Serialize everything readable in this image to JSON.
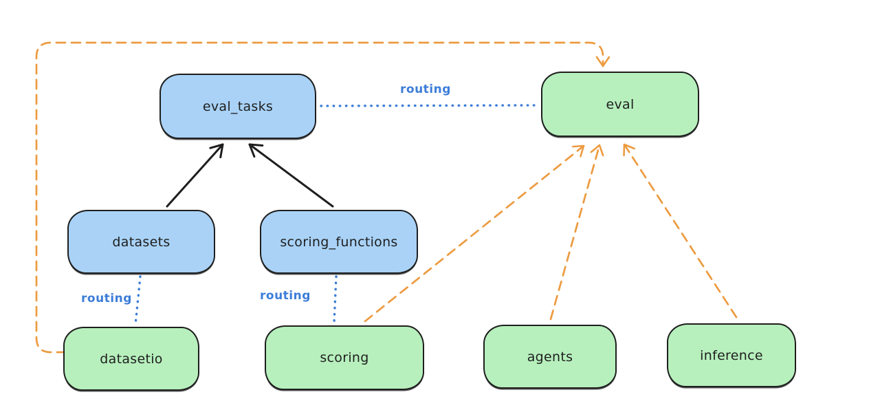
{
  "diagram": {
    "nodes": {
      "eval_tasks": {
        "label": "eval_tasks",
        "fill": "#a9d2f6"
      },
      "eval": {
        "label": "eval",
        "fill": "#b7f0bd"
      },
      "datasets": {
        "label": "datasets",
        "fill": "#a9d2f6"
      },
      "scoring_functions": {
        "label": "scoring_functions",
        "fill": "#a9d2f6"
      },
      "datasetio": {
        "label": "datasetio",
        "fill": "#b7f0bd"
      },
      "scoring": {
        "label": "scoring",
        "fill": "#b7f0bd"
      },
      "agents": {
        "label": "agents",
        "fill": "#b7f0bd"
      },
      "inference": {
        "label": "inference",
        "fill": "#b7f0bd"
      }
    },
    "edge_labels": {
      "routing_top": "routing",
      "routing_datasets": "routing",
      "routing_scoring": "routing"
    },
    "edges": [
      {
        "from": "datasets",
        "to": "eval_tasks",
        "style": "solid",
        "color": "#1e1e1e",
        "arrow": true
      },
      {
        "from": "scoring_functions",
        "to": "eval_tasks",
        "style": "solid",
        "color": "#1e1e1e",
        "arrow": true
      },
      {
        "from": "eval_tasks",
        "to": "eval",
        "style": "dotted",
        "color": "#3d7dd8",
        "arrow": false,
        "label": "routing"
      },
      {
        "from": "datasets",
        "to": "datasetio",
        "style": "dotted",
        "color": "#3d7dd8",
        "arrow": false,
        "label": "routing"
      },
      {
        "from": "scoring_functions",
        "to": "scoring",
        "style": "dotted",
        "color": "#3d7dd8",
        "arrow": false,
        "label": "routing"
      },
      {
        "from": "datasetio",
        "to": "eval",
        "style": "dashed",
        "color": "#ec9b40",
        "arrow": true,
        "route": "around-left-and-top"
      },
      {
        "from": "scoring",
        "to": "eval",
        "style": "dashed",
        "color": "#ec9b40",
        "arrow": true
      },
      {
        "from": "agents",
        "to": "eval",
        "style": "dashed",
        "color": "#ec9b40",
        "arrow": true
      },
      {
        "from": "inference",
        "to": "eval",
        "style": "dashed",
        "color": "#ec9b40",
        "arrow": true
      }
    ],
    "colors": {
      "background": "#ffffff",
      "stroke": "#1e1e1e",
      "blue_fill": "#a9d2f6",
      "green_fill": "#b7f0bd",
      "orange_dash": "#ec9b40",
      "routing_blue": "#3d7dd8"
    }
  }
}
